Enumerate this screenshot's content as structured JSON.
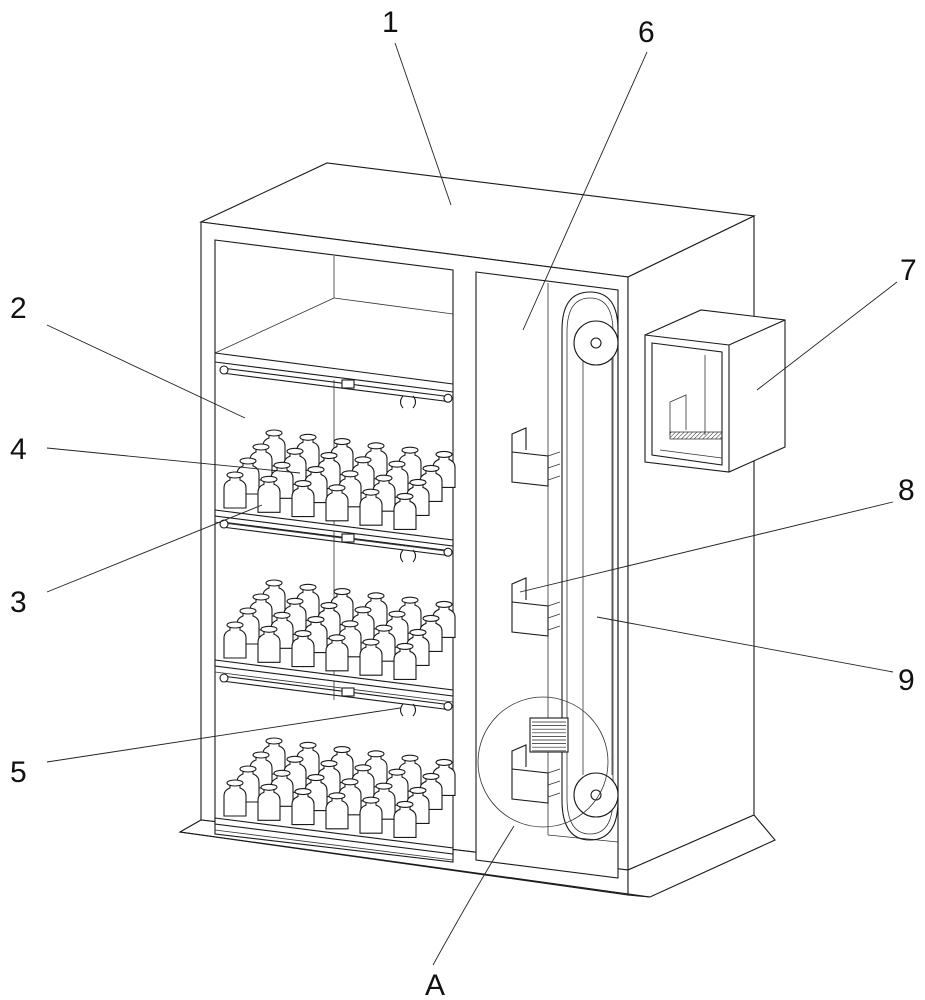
{
  "figure": {
    "type": "patent-technical-drawing",
    "subject": "Automated vial/bottle storage cabinet with shelves, conveyor belt lift and dispensing window",
    "labels": [
      {
        "id": "1",
        "text": "1",
        "part": "cabinet body"
      },
      {
        "id": "2",
        "text": "2",
        "part": "storage compartment"
      },
      {
        "id": "3",
        "text": "3",
        "part": "shelf"
      },
      {
        "id": "4",
        "text": "4",
        "part": "bottles"
      },
      {
        "id": "5",
        "text": "5",
        "part": "gripper on slide rail"
      },
      {
        "id": "6",
        "text": "6",
        "part": "lift channel"
      },
      {
        "id": "7",
        "text": "7",
        "part": "dispensing box"
      },
      {
        "id": "8",
        "text": "8",
        "part": "carrier bucket"
      },
      {
        "id": "9",
        "text": "9",
        "part": "conveyor belt"
      },
      {
        "id": "A",
        "text": "A",
        "part": "detail view circle"
      }
    ],
    "shelf_count": 3,
    "bucket_count": 3
  }
}
